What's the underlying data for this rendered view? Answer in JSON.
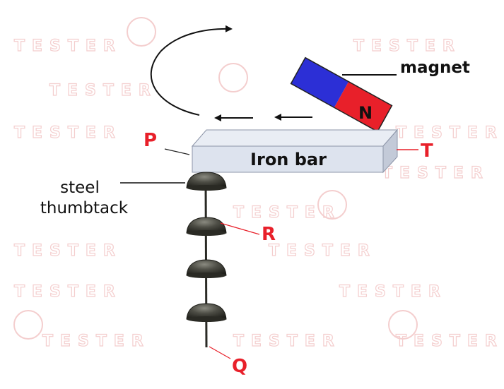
{
  "labels": {
    "magnet": "magnet",
    "n_pole": "N",
    "iron_bar": "Iron bar",
    "p": "P",
    "t": "T",
    "r": "R",
    "q": "Q",
    "steel_line1": "steel",
    "steel_line2": "thumbtack"
  },
  "watermark": {
    "text": "TESTER"
  },
  "colors": {
    "pole_n": "#e8202a",
    "pole_s": "#2c2fd6",
    "label_red": "#e8202a",
    "bar_fill": "#dde3ee",
    "bar_top": "#e9edf4",
    "bar_side": "#c3cad8",
    "tack_dark": "#3c3c34",
    "watermark": "#f3c9c9"
  },
  "diagram": {
    "thumbtack_count": 4,
    "motion_arrows": 2
  }
}
